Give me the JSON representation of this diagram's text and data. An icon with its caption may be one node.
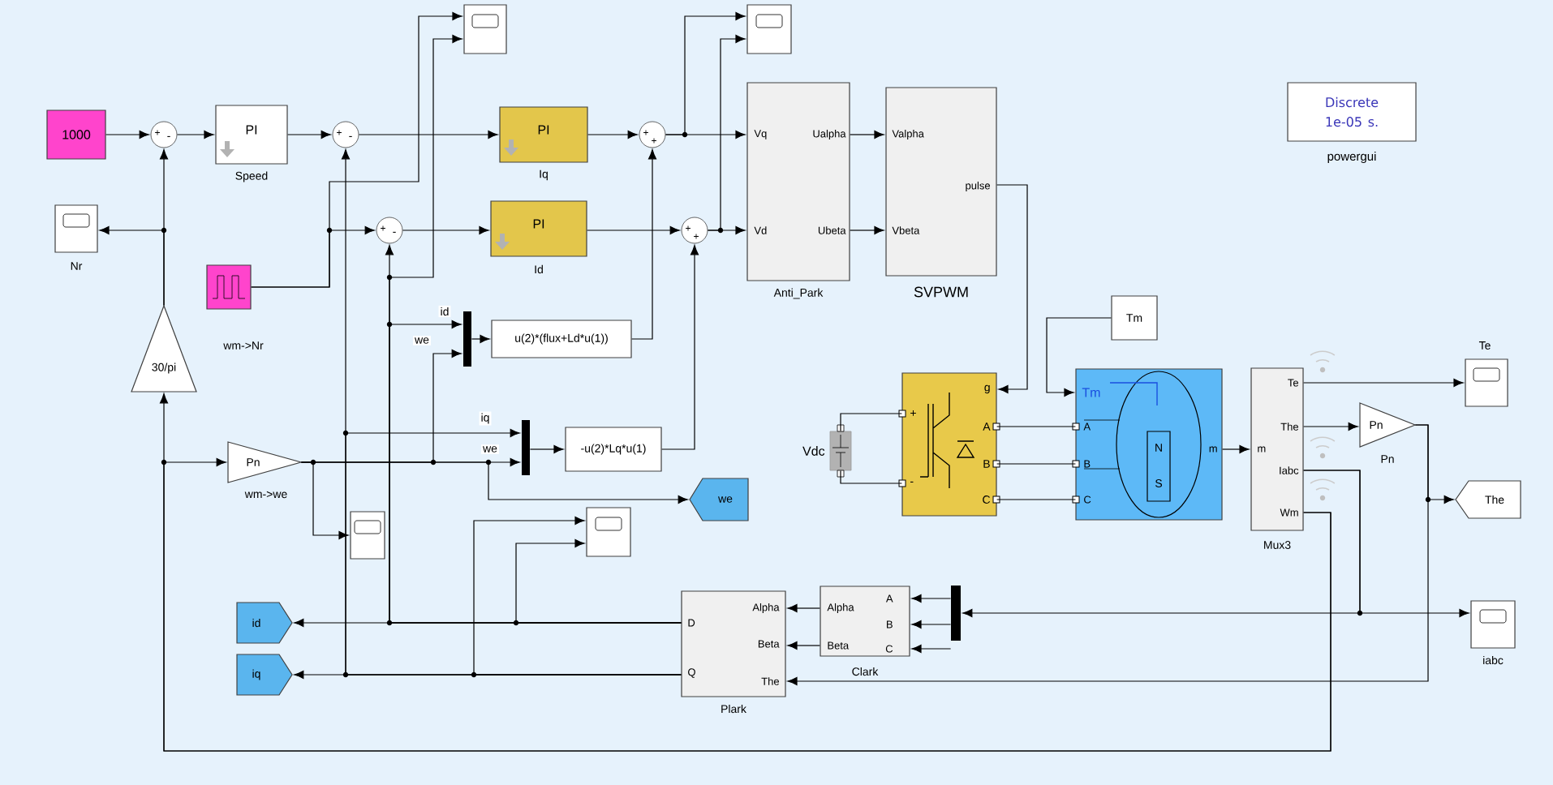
{
  "diagram": {
    "nodes": [
      {
        "text": [
          "1000"
        ]
      },
      {
        "text": [
          "+",
          "-"
        ]
      },
      {
        "text": [
          "PI"
        ],
        "beside": [
          "Speed"
        ]
      },
      {
        "text": [
          "+",
          "-"
        ]
      },
      {
        "text": [],
        "shape": "box"
      },
      {
        "text": [],
        "shape": "box",
        "beside": [
          "Nr"
        ]
      },
      {
        "text": [
          "+",
          "-"
        ]
      },
      {
        "text": [],
        "shape": "box"
      },
      {
        "text": [
          "30/pi"
        ],
        "beside": [
          "wm->Nr"
        ]
      },
      {
        "text": [
          "PI"
        ],
        "beside": [
          "Iq"
        ]
      },
      {
        "text": [
          "PI"
        ],
        "beside": [
          "Id"
        ]
      },
      {
        "text": [
          "+",
          "+"
        ]
      },
      {
        "text": [
          "+",
          "+"
        ]
      },
      {
        "text": [],
        "shape": "box"
      },
      {
        "text": [
          "Vq",
          "Vd",
          "Ualpha",
          "Ubeta"
        ],
        "beside": [
          "Anti_Park"
        ]
      },
      {
        "text": [
          "Valpha",
          "Vbeta",
          "pulse"
        ],
        "beside": [
          "SVPWM"
        ]
      },
      {
        "text": [
          "Discrete 1e-05 s."
        ],
        "beside": [
          "powergui"
        ]
      },
      {
        "text": [],
        "shape": "bar"
      },
      {
        "text": [
          "u(2)*(flux+Ld*u(1))"
        ]
      },
      {
        "text": [],
        "shape": "bar"
      },
      {
        "text": [
          "-u(2)*Lq*u(1)"
        ]
      },
      {
        "text": [
          "Pn"
        ],
        "beside": [
          "wm->we"
        ]
      },
      {
        "text": [
          "we"
        ]
      },
      {
        "text": [],
        "shape": "box"
      },
      {
        "text": [],
        "shape": "box"
      },
      {
        "text": [
          "Tm"
        ]
      },
      {
        "text": [],
        "shape": "box",
        "beside": [
          "Vdc"
        ]
      },
      {
        "text": [
          "g",
          "+",
          "A",
          "B",
          "-",
          "C"
        ]
      },
      {
        "text": [
          "Tm",
          "A",
          "B",
          "C",
          "N",
          "S",
          "m"
        ]
      },
      {
        "text": [
          "Te",
          "The",
          "m",
          "Iabc",
          "Wm"
        ],
        "beside": [
          "Mux3"
        ]
      },
      {
        "text": [],
        "shape": "box",
        "beside": [
          "Te"
        ]
      },
      {
        "text": [
          "Pn"
        ],
        "beside": [
          "Pn"
        ]
      },
      {
        "text": [
          "The"
        ]
      },
      {
        "text": [],
        "shape": "box",
        "beside": [
          "iabc"
        ]
      },
      {
        "text": [
          "Alpha",
          "A",
          "B",
          "Beta",
          "C"
        ],
        "beside": [
          "Clark"
        ]
      },
      {
        "text": [],
        "shape": "bar"
      },
      {
        "text": [
          "Alpha",
          "D",
          "Beta",
          "Q",
          "The"
        ],
        "beside": [
          "Plark"
        ]
      },
      {
        "text": [
          "id"
        ]
      },
      {
        "text": [
          "iq"
        ]
      }
    ],
    "edges": [
      {
        "from": 0,
        "to": 1,
        "arrow": "to"
      },
      {
        "from": 1,
        "to": 2,
        "arrow": "to"
      },
      {
        "from": 2,
        "to": 3,
        "arrow": "to"
      },
      {
        "from": 3,
        "to": 9,
        "arrow": "to"
      },
      {
        "from": 9,
        "to": 11,
        "arrow": "to"
      },
      {
        "from": 11,
        "to": 14,
        "arrow": "to"
      },
      {
        "from": 11,
        "to": 13,
        "arrow": "to"
      },
      {
        "from": 10,
        "to": 12,
        "arrow": "to"
      },
      {
        "from": 12,
        "to": 14,
        "arrow": "to"
      },
      {
        "from": 12,
        "to": 13,
        "arrow": "to"
      },
      {
        "from": 14,
        "to": 15,
        "arrow": "to"
      },
      {
        "from": 14,
        "to": 15,
        "arrow": "to"
      },
      {
        "from": 15,
        "to": 27,
        "arrow": "to"
      },
      {
        "from": 6,
        "to": 10,
        "arrow": "to"
      },
      {
        "from": 8,
        "to": 1,
        "arrow": "to"
      },
      {
        "from": 8,
        "to": 5,
        "arrow": "to"
      },
      {
        "from": 7,
        "to": 6,
        "arrow": "to"
      },
      {
        "from": 7,
        "to": 4,
        "arrow": "to"
      },
      {
        "from": 36,
        "to": 3,
        "arrow": "to"
      },
      {
        "from": 36,
        "to": 6,
        "arrow": "to"
      },
      {
        "from": 36,
        "to": 4,
        "arrow": "to"
      },
      {
        "from": 36,
        "to": 17,
        "arrow": "to",
        "label": "id"
      },
      {
        "from": 21,
        "to": 17,
        "arrow": "to",
        "label": "we"
      },
      {
        "from": 36,
        "to": 19,
        "arrow": "to",
        "label": "iq"
      },
      {
        "from": 21,
        "to": 19,
        "arrow": "to",
        "label": "we"
      },
      {
        "from": 21,
        "to": 23,
        "arrow": "to"
      },
      {
        "from": 21,
        "to": 22,
        "arrow": "to"
      },
      {
        "from": 17,
        "to": 18,
        "arrow": "to"
      },
      {
        "from": 19,
        "to": 20,
        "arrow": "to"
      },
      {
        "from": 18,
        "to": 11,
        "arrow": "to"
      },
      {
        "from": 20,
        "to": 12,
        "arrow": "to"
      },
      {
        "from": 36,
        "to": 24,
        "arrow": "to"
      },
      {
        "from": 36,
        "to": 24,
        "arrow": "to"
      },
      {
        "from": 36,
        "to": 37,
        "arrow": "to"
      },
      {
        "from": 36,
        "to": 38,
        "arrow": "to"
      },
      {
        "from": 34,
        "to": 36,
        "arrow": "to"
      },
      {
        "from": 34,
        "to": 36,
        "arrow": "to"
      },
      {
        "from": 35,
        "to": 34,
        "arrow": "to"
      },
      {
        "from": 35,
        "to": 34,
        "arrow": "to"
      },
      {
        "from": 35,
        "to": 34,
        "arrow": "to"
      },
      {
        "from": 29,
        "to": 35,
        "arrow": "to"
      },
      {
        "from": 29,
        "to": 33,
        "arrow": "to"
      },
      {
        "from": 29,
        "to": 31,
        "arrow": "to"
      },
      {
        "from": 31,
        "to": 32,
        "arrow": "to"
      },
      {
        "from": 31,
        "to": 36,
        "arrow": "to"
      },
      {
        "from": 29,
        "to": 30,
        "arrow": "to"
      },
      {
        "from": 29,
        "to": 8,
        "arrow": "to"
      },
      {
        "from": 29,
        "to": 21,
        "arrow": "to"
      },
      {
        "from": 25,
        "to": 28,
        "arrow": "to"
      },
      {
        "from": 27,
        "to": 28,
        "arrow": "none"
      },
      {
        "from": 27,
        "to": 28,
        "arrow": "none"
      },
      {
        "from": 27,
        "to": 28,
        "arrow": "none"
      },
      {
        "from": 26,
        "to": 27,
        "arrow": "none"
      },
      {
        "from": 26,
        "to": 27,
        "arrow": "none"
      },
      {
        "from": 28,
        "to": 29,
        "arrow": "to"
      }
    ]
  }
}
